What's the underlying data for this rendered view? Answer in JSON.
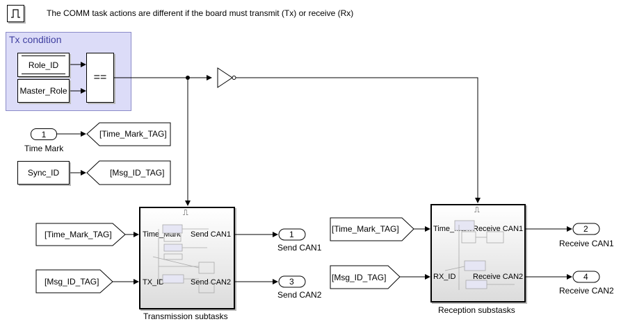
{
  "header": {
    "icon": "pulse-icon",
    "note": "The COMM task actions are different if the board must transmit (Tx) or receive (Rx)"
  },
  "tx_condition": {
    "title": "Tx condition",
    "role_id": "Role_ID",
    "master_role": "Master_Role",
    "operator": "=="
  },
  "inport1": {
    "number": "1",
    "label": "Time Mark"
  },
  "goto_time_mark": "[Time_Mark_TAG]",
  "sync_id": "Sync_ID",
  "goto_msg_id": "[Msg_ID_TAG]",
  "transmission": {
    "title": "Transmission subtasks",
    "trigger": "⎍",
    "in_time_mark_tag": "[Time_Mark_TAG]",
    "in_msg_id_tag": "[Msg_ID_TAG]",
    "port_time_mark": "Time_Mark",
    "port_tx_id": "TX_ID",
    "port_send_can1": "Send CAN1",
    "port_send_can2": "Send CAN2"
  },
  "reception": {
    "title": "Reception substasks",
    "trigger": "⎍",
    "in_time_mark_tag": "[Time_Mark_TAG]",
    "in_msg_id_tag": "[Msg_ID_TAG]",
    "port_time_mark": "Time_Mark",
    "port_rx_id": "RX_ID",
    "port_receive_can1": "Receive CAN1",
    "port_receive_can2": "Receive CAN2"
  },
  "outports": [
    {
      "number": "1",
      "label": "Send CAN1"
    },
    {
      "number": "3",
      "label": "Send CAN2"
    },
    {
      "number": "2",
      "label": "Receive CAN1"
    },
    {
      "number": "4",
      "label": "Receive CAN2"
    }
  ],
  "colors": {
    "area_fill": "#dcdcf8",
    "area_border": "#8a8ac8",
    "area_title": "#4040a0"
  }
}
